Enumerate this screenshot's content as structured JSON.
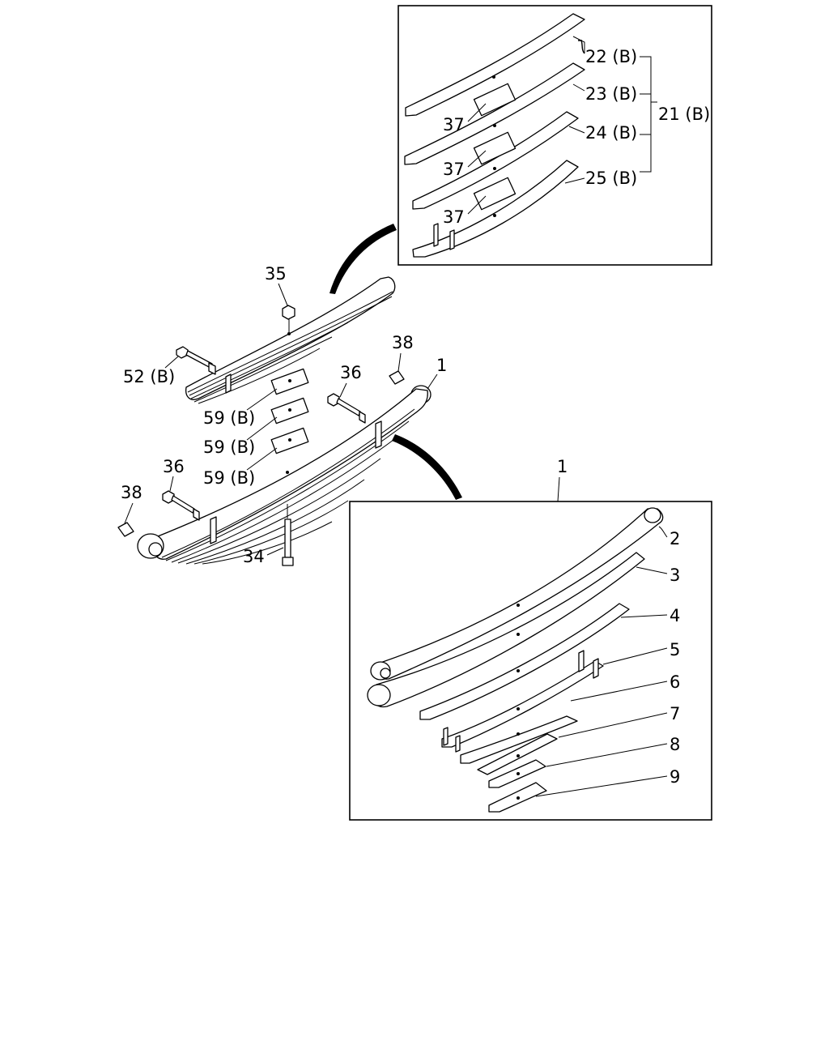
{
  "labels": {
    "l22": "22 (B)",
    "l23": "23 (B)",
    "l24": "24 (B)",
    "l25": "25 (B)",
    "l21": "21 (B)",
    "l37a": "37",
    "l37b": "37",
    "l37c": "37",
    "l35": "35",
    "l52": "52 (B)",
    "l38top": "38",
    "l36top": "36",
    "l1main": "1",
    "l59a": "59 (B)",
    "l59b": "59 (B)",
    "l59c": "59 (B)",
    "l36left": "36",
    "l38left": "38",
    "l34": "34",
    "l1detail": "1",
    "l2": "2",
    "l3": "3",
    "l4": "4",
    "l5": "5",
    "l6": "6",
    "l7": "7",
    "l8": "8",
    "l9": "9"
  }
}
